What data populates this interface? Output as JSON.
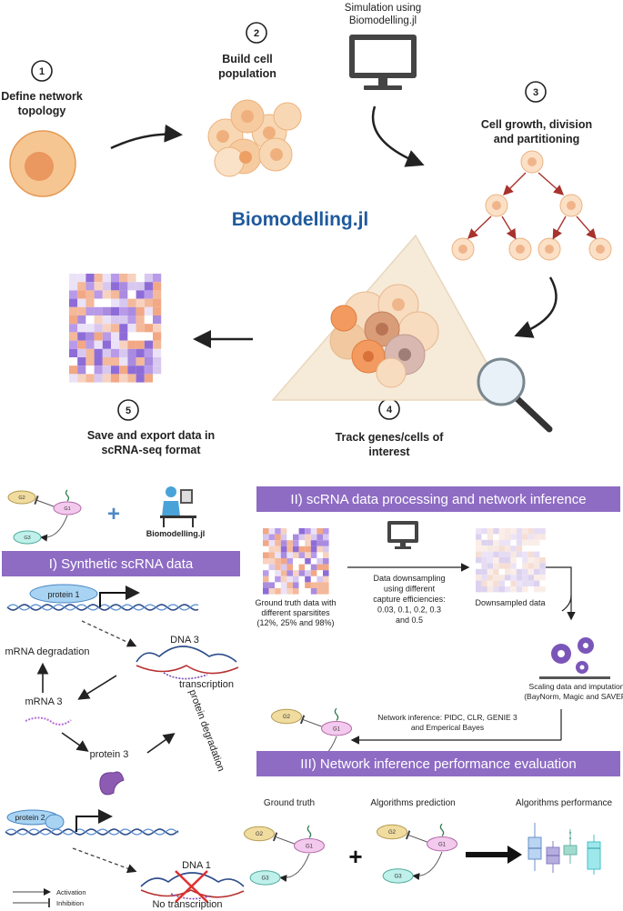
{
  "top": {
    "title": "Biomodelling.jl",
    "simulation_label_1": "Simulation using",
    "simulation_label_2": "Biomodelling.jl",
    "steps": [
      {
        "num": "1",
        "line1": "Define network",
        "line2": "topology"
      },
      {
        "num": "2",
        "line1": "Build cell",
        "line2": "population"
      },
      {
        "num": "3",
        "line1": "Cell growth, division",
        "line2": "and partitioning"
      },
      {
        "num": "4",
        "line1": "Track genes/cells of",
        "line2": "interest"
      },
      {
        "num": "5",
        "line1": "Save and export data in",
        "line2": "scRNA-seq format"
      }
    ]
  },
  "network": {
    "g1": "G1",
    "g2": "G2",
    "g3": "G3"
  },
  "plus": "+",
  "biomodelling_small": "Biomodelling.jl",
  "section1": {
    "title": "I) Synthetic scRNA data",
    "protein1": "protein 1",
    "dna3": "DNA 3",
    "transcription": "transcription",
    "mrna_degradation": "mRNA degradation",
    "mrna3": "mRNA 3",
    "protein3": "protein 3",
    "protein_degradation": "protein degradation",
    "protein2": "protein 2",
    "dna1": "DNA 1",
    "no_transcription": "No transcription",
    "legend_activation": "Activation",
    "legend_inhibition": "Inhibition"
  },
  "section2": {
    "title": "II) scRNA data processing and network inference",
    "ground_truth_lines": [
      "Ground truth data with",
      "different sparsitites",
      "(12%, 25% and 98%)"
    ],
    "downsampling_lines": [
      "Data downsampling",
      "using different",
      "capture efficiencies:",
      "0.03, 0.1, 0.2, 0.3",
      "and 0.5"
    ],
    "downsampled": "Downsampled data",
    "scaling_lines": [
      "Scaling data and imputation",
      "(BayNorm, Magic and SAVER)"
    ],
    "inference_lines": [
      "Network inference: PIDC, CLR, GENIE 3",
      "and Emperical Bayes"
    ]
  },
  "section3": {
    "title": "III) Network inference performance evaluation",
    "ground_truth": "Ground truth",
    "algorithms_prediction": "Algorithms prediction",
    "algorithms_performance": "Algorithms performance"
  },
  "colors": {
    "banner": "#8e6cc4",
    "title_blue": "#1f5a9c",
    "cell_orange": "#f0a868",
    "arrow_red": "#a8322d",
    "dna_blue": "#2e4d8a"
  }
}
